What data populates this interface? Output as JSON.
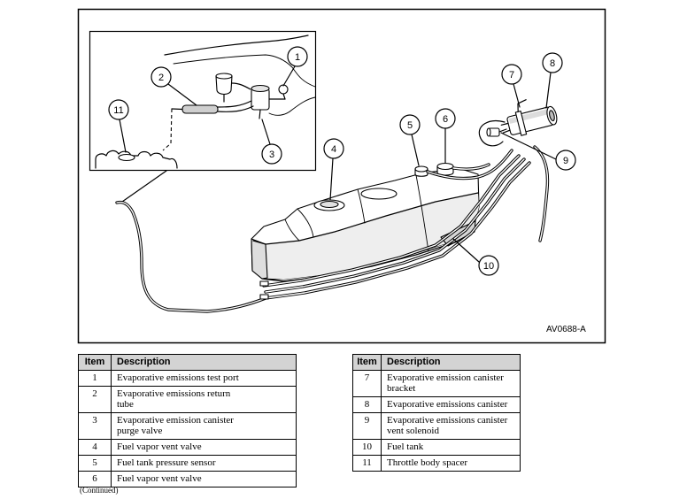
{
  "diagram": {
    "callouts": [
      "1",
      "2",
      "3",
      "4",
      "5",
      "6",
      "7",
      "8",
      "9",
      "10",
      "11"
    ],
    "figure_id": "AV0688-A"
  },
  "tables": [
    {
      "headers": {
        "item": "Item",
        "description": "Description"
      },
      "rows": [
        {
          "item": "1",
          "description": "Evaporative emissions test port"
        },
        {
          "item": "2",
          "description": "Evaporative emissions return tube"
        },
        {
          "item": "3",
          "description": "Evaporative emission canister purge valve"
        },
        {
          "item": "4",
          "description": "Fuel vapor vent valve"
        },
        {
          "item": "5",
          "description": "Fuel tank pressure sensor"
        },
        {
          "item": "6",
          "description": "Fuel vapor vent valve"
        }
      ]
    },
    {
      "headers": {
        "item": "Item",
        "description": "Description"
      },
      "rows": [
        {
          "item": "7",
          "description": "Evaporative emission canister bracket"
        },
        {
          "item": "8",
          "description": "Evaporative emissions canister"
        },
        {
          "item": "9",
          "description": "Evaporative emissions canister vent solenoid"
        },
        {
          "item": "10",
          "description": "Fuel tank"
        },
        {
          "item": "11",
          "description": "Throttle body spacer"
        }
      ]
    }
  ],
  "footnote": "(Continued)"
}
